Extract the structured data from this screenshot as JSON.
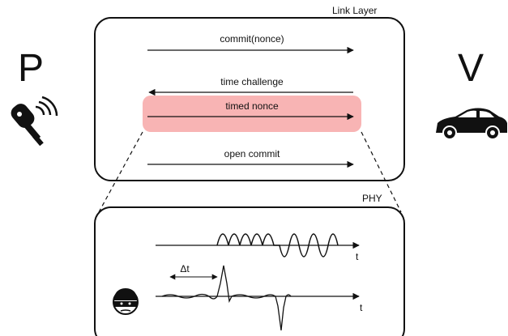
{
  "link_layer": {
    "title": "Link Layer",
    "messages": [
      {
        "label": "commit(nonce)",
        "direction": "right"
      },
      {
        "label": "time challenge",
        "direction": "left"
      },
      {
        "label": "timed nonce",
        "direction": "right",
        "highlighted": true
      },
      {
        "label": "open commit",
        "direction": "right"
      }
    ],
    "highlight_color": "#f8b4b4"
  },
  "phy": {
    "title": "PHY",
    "axis_label_top": "t",
    "axis_label_bottom": "t",
    "delta_label": "Δt"
  },
  "prover": {
    "letter": "P",
    "icon": "car-key-icon"
  },
  "verifier": {
    "letter": "V",
    "icon": "car-icon"
  },
  "attacker": {
    "icon": "thief-icon"
  }
}
